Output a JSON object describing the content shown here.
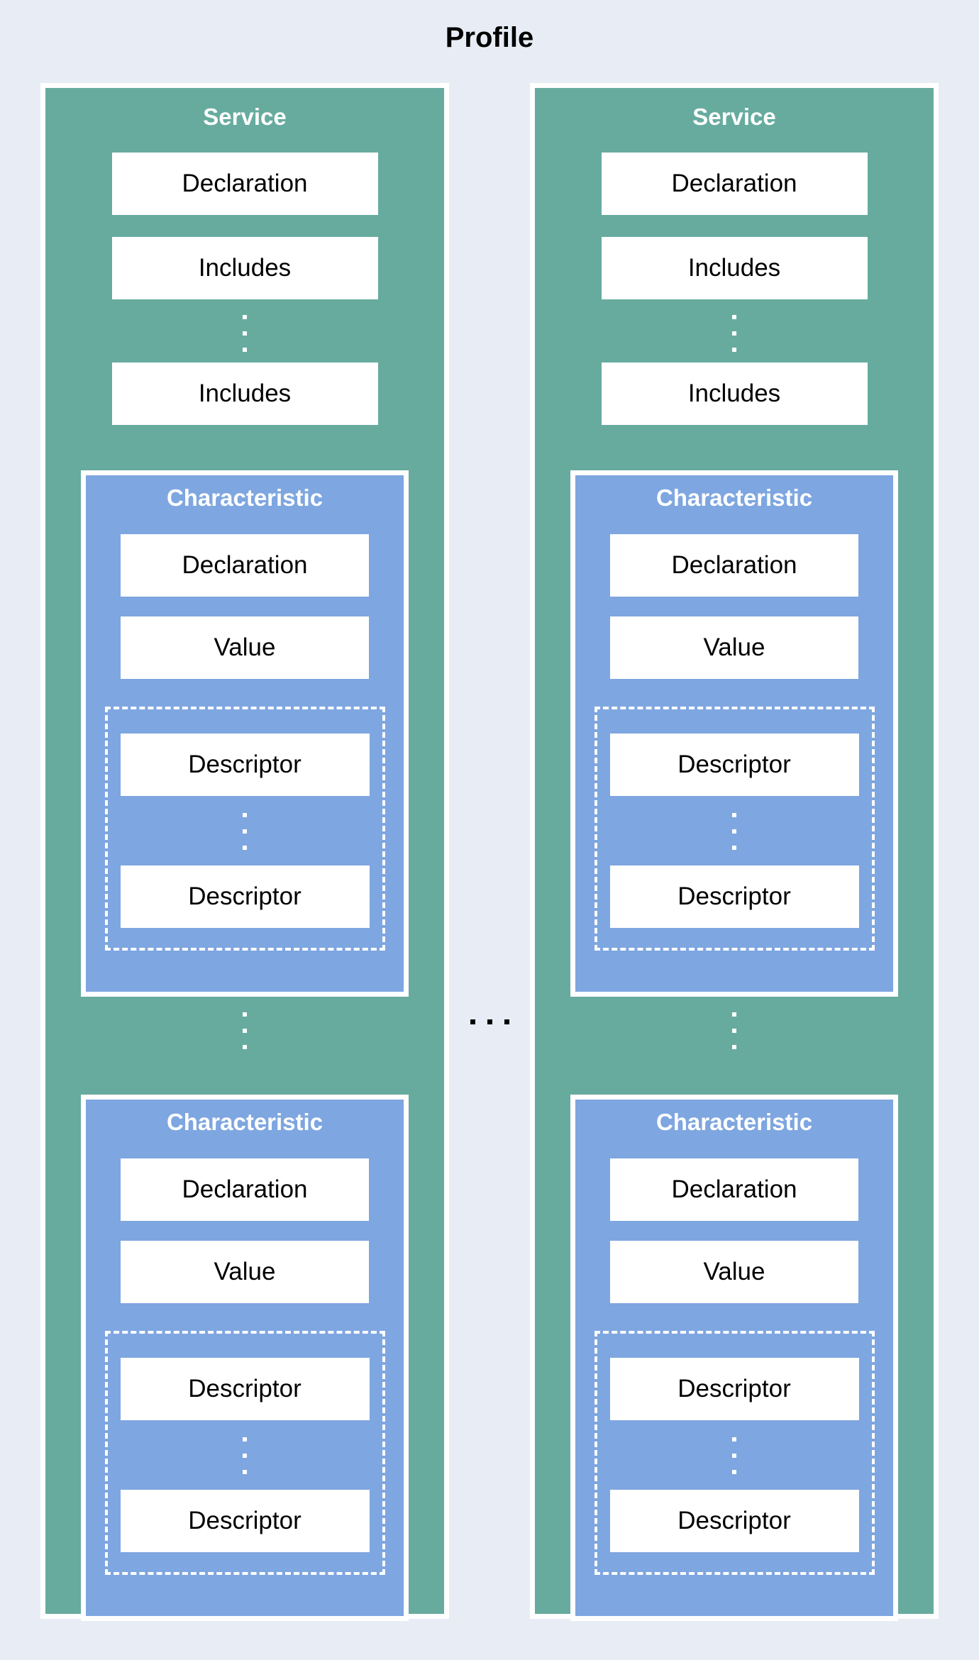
{
  "title": "Profile",
  "colors": {
    "background": "#E8EDF5",
    "service_fill": "#67AB9F",
    "characteristic_fill": "#7EA6E0",
    "box_fill": "#FFFFFF",
    "text_dark": "#000000",
    "text_light": "#FFFFFF"
  },
  "ellipsis": {
    "horizontal_between_services": "...",
    "vertical_between_items": "⋮"
  },
  "services": [
    {
      "title": "Service",
      "declaration": "Declaration",
      "includes": [
        "Includes",
        "Includes"
      ],
      "characteristics": [
        {
          "title": "Characteristic",
          "declaration": "Declaration",
          "value": "Value",
          "descriptors": [
            "Descriptor",
            "Descriptor"
          ]
        },
        {
          "title": "Characteristic",
          "declaration": "Declaration",
          "value": "Value",
          "descriptors": [
            "Descriptor",
            "Descriptor"
          ]
        }
      ]
    },
    {
      "title": "Service",
      "declaration": "Declaration",
      "includes": [
        "Includes",
        "Includes"
      ],
      "characteristics": [
        {
          "title": "Characteristic",
          "declaration": "Declaration",
          "value": "Value",
          "descriptors": [
            "Descriptor",
            "Descriptor"
          ]
        },
        {
          "title": "Characteristic",
          "declaration": "Declaration",
          "value": "Value",
          "descriptors": [
            "Descriptor",
            "Descriptor"
          ]
        }
      ]
    }
  ]
}
